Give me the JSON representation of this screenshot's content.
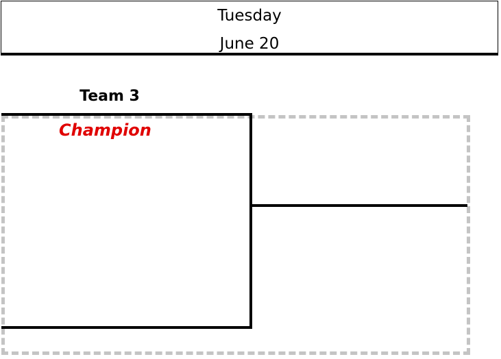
{
  "header": {
    "day": "Tuesday",
    "date": "June 20"
  },
  "bracket": {
    "team": "Team 3",
    "result": "Champion"
  },
  "colors": {
    "champion": "#e00000",
    "dashed_border": "#c4c4c4",
    "line": "#000000"
  }
}
